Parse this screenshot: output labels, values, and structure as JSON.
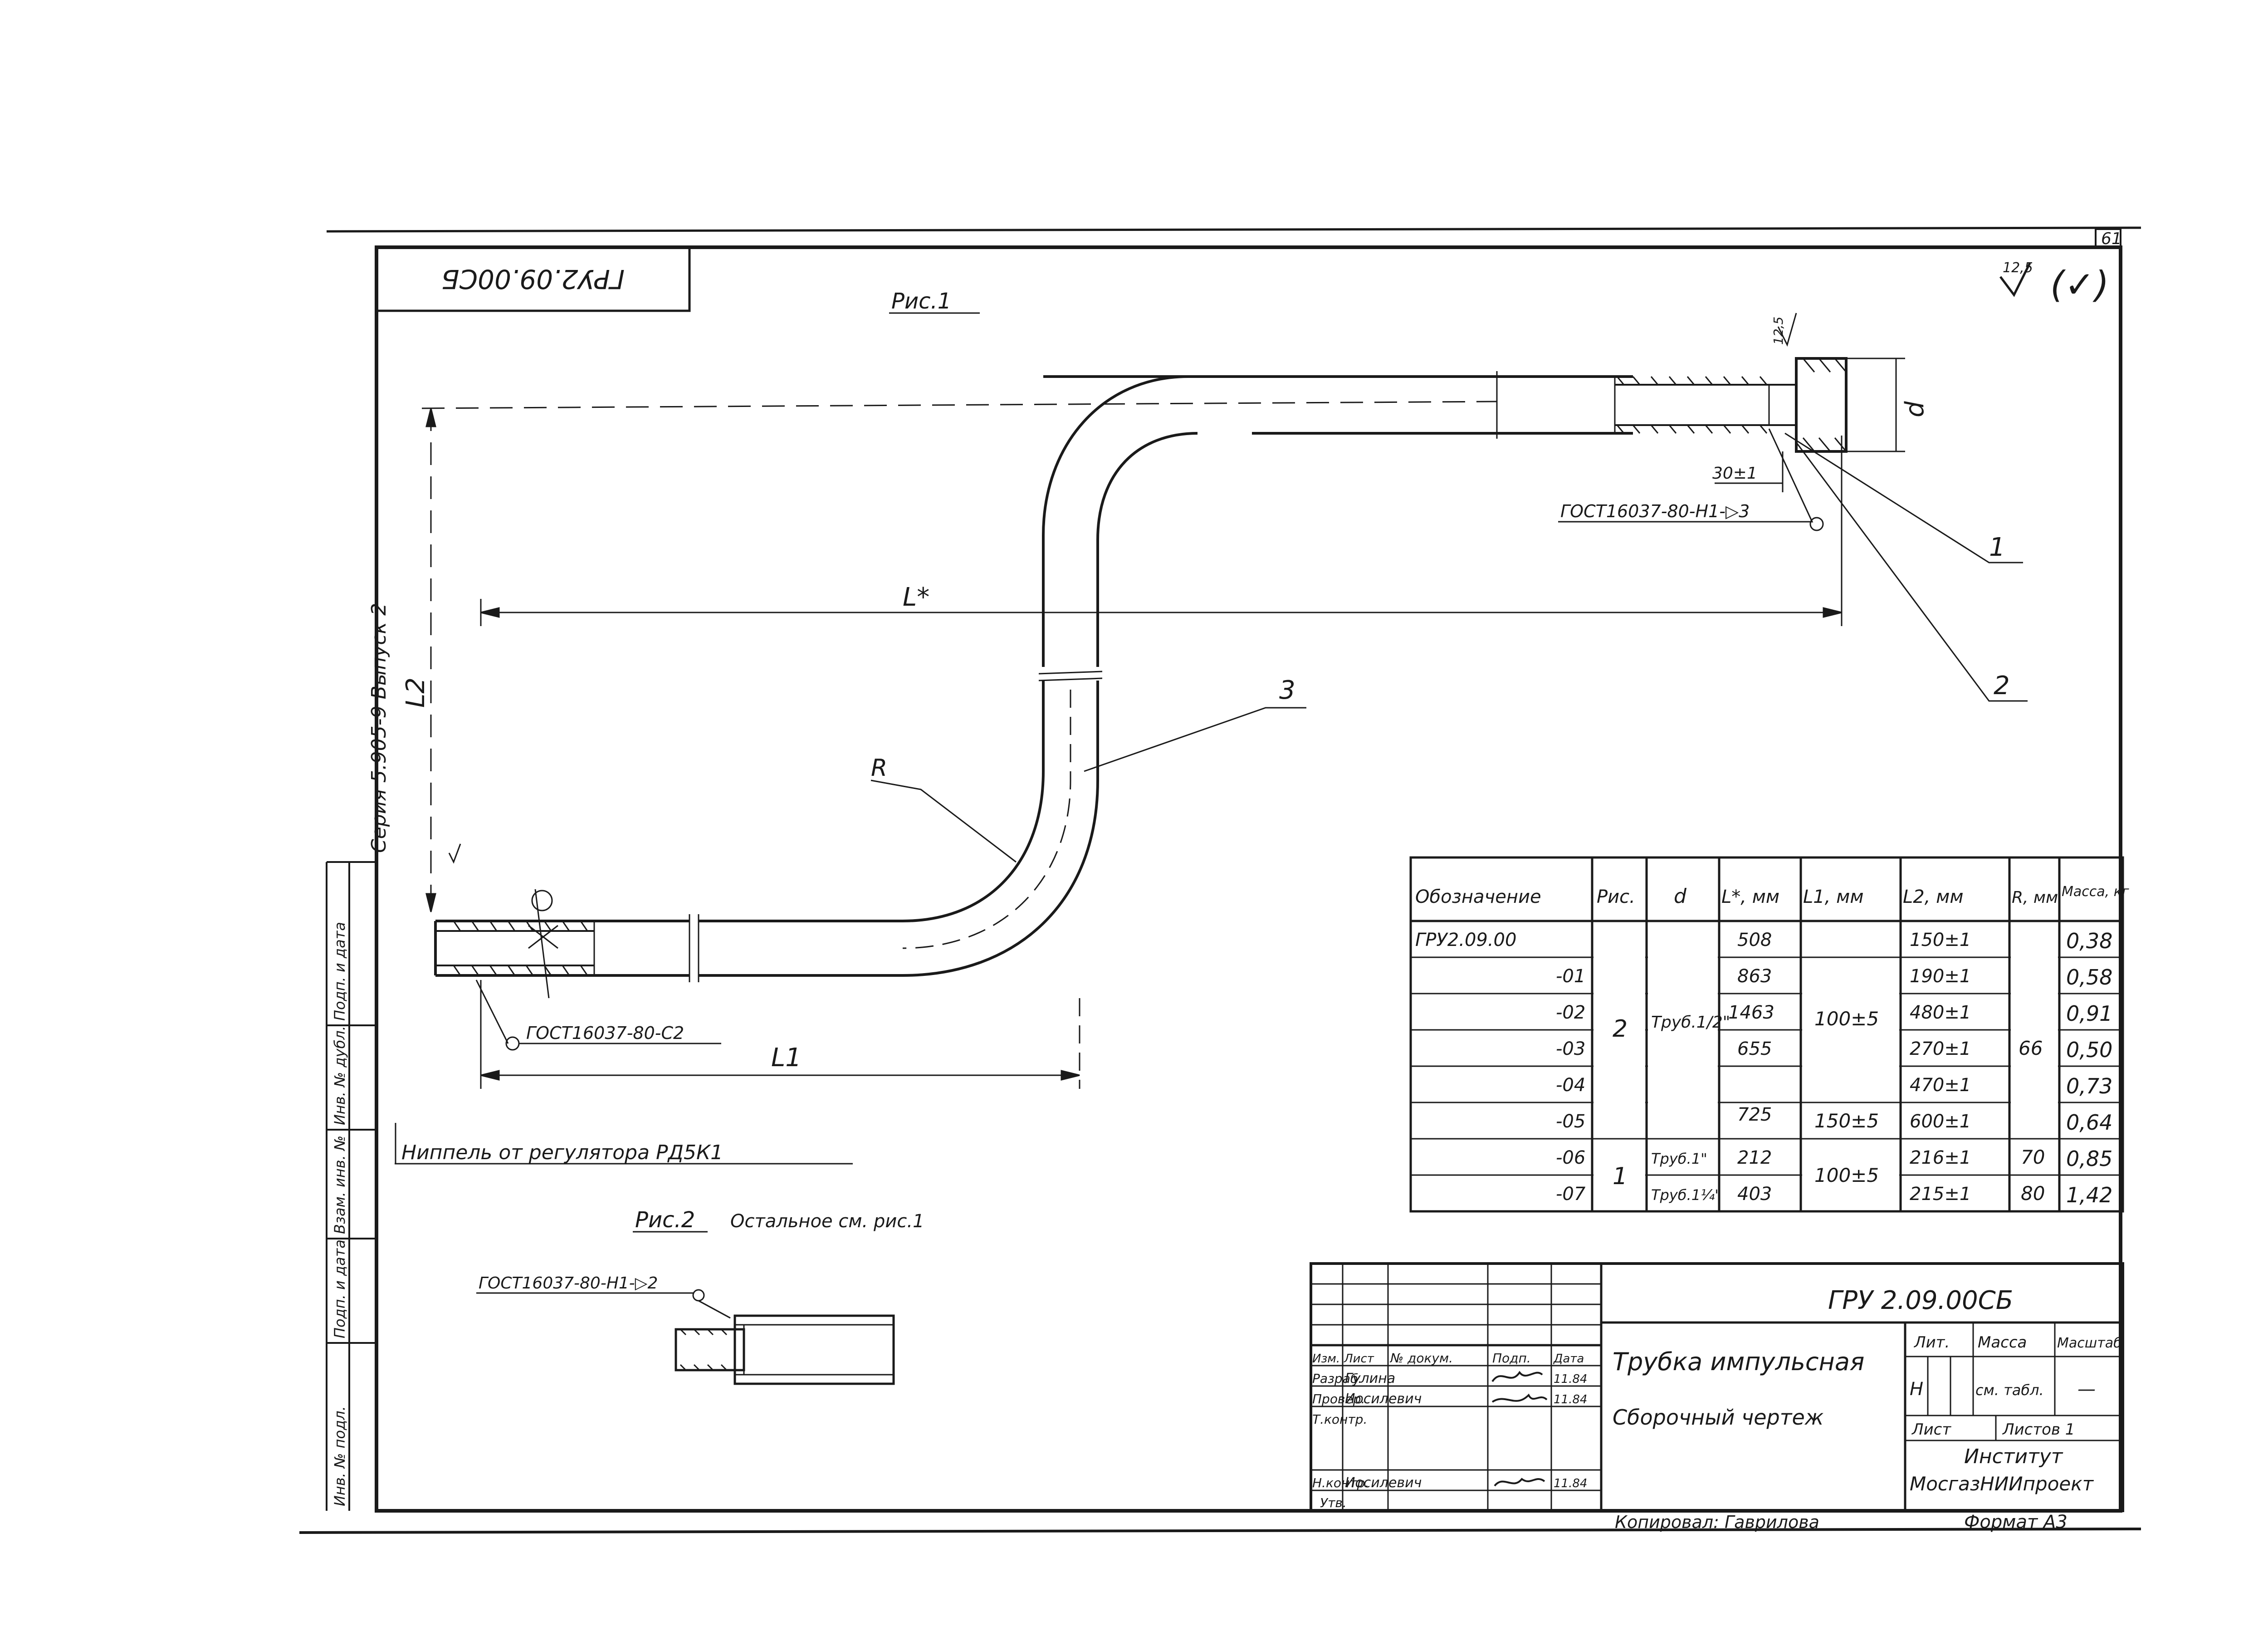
{
  "stamp_rotated": "ГРУ2.09.00СБ",
  "sheet_number": "61",
  "roughness": {
    "value": "12,5",
    "check": "(✓)"
  },
  "fig1": {
    "title": "Рис.1",
    "dim_L": "L*",
    "dim_L1": "L1",
    "dim_L2": "L2",
    "dim_R": "R",
    "dim_d": "d",
    "dim_30": "30±1",
    "rough_small": "12,5",
    "weld_top": "ГОСТ16037-80-Н1-▷3",
    "weld_left": "ГОСТ16037-80-С2",
    "callouts": [
      "1",
      "2",
      "3"
    ],
    "nipple_note": "Ниппель от регулятора РД5К1"
  },
  "fig2": {
    "title": "Рис.2",
    "note": "Остальное см. рис.1",
    "weld": "ГОСТ16037-80-Н1-▷2"
  },
  "series_label": "Серия 5.905-9   Выпуск 2",
  "side_strip": [
    "Инв. № подл.",
    "Подп. и дата",
    "Взам. инв. №",
    "Инв. № дубл.",
    "Подп. и дата"
  ],
  "table": {
    "headers": [
      "Обозначение",
      "Рис.",
      "d",
      "L*, мм",
      "L1, мм",
      "L2, мм",
      "R, мм",
      "Масса, кг"
    ],
    "rows": [
      {
        "designation": "ГРУ2.09.00",
        "L": "508",
        "L2": "150±1",
        "mass": "0,38"
      },
      {
        "designation": "-01",
        "L": "863",
        "L2": "190±1",
        "mass": "0,58"
      },
      {
        "designation": "-02",
        "L": "1463",
        "L2": "480±1",
        "mass": "0,91"
      },
      {
        "designation": "-03",
        "L": "655",
        "L2": "270±1",
        "mass": "0,50"
      },
      {
        "designation": "-04",
        "L": "",
        "L2": "470±1",
        "mass": "0,73"
      },
      {
        "designation": "-05",
        "L": "725",
        "L2": "600±1",
        "mass": "0,64"
      },
      {
        "designation": "-06",
        "L": "212",
        "L2": "216±1",
        "mass": "0,85"
      },
      {
        "designation": "-07",
        "L": "403",
        "L2": "215±1",
        "mass": "1,42"
      }
    ],
    "merged": {
      "ris_a": "2",
      "ris_b": "1",
      "d_a": "Труб.1/2\"",
      "d_b1": "Труб.1\"",
      "d_b2": "Труб.1¼\"",
      "L1_a": "100±5",
      "L1_b": "150±5",
      "L1_c": "100±5",
      "R_a": "66",
      "R_b1": "70",
      "R_b2": "80"
    }
  },
  "title_block": {
    "code": "ГРУ 2.09.00СБ",
    "name1": "Трубка импульсная",
    "name2": "Сборочный чертеж",
    "lit_header": "Лит.",
    "mass_header": "Масса",
    "scale_header": "Масштаб",
    "lit_value": "Н",
    "mass_value": "см. табл.",
    "scale_value": "—",
    "sheet_label": "Лист",
    "sheets_label": "Листов 1",
    "org1": "Институт",
    "org2": "МосгазНИИпроект",
    "col_headers": [
      "Изм.",
      "Лист",
      "№ докум.",
      "Подп.",
      "Дата"
    ],
    "roles": [
      {
        "role": "Разраб.",
        "name": "Гулина",
        "date": "11.84"
      },
      {
        "role": "Провер.",
        "name": "Иосилевич",
        "date": "11.84"
      },
      {
        "role": "Т.контр.",
        "name": "",
        "date": ""
      },
      {
        "role": "Н.контр.",
        "name": "Иосилевич",
        "date": "11.84"
      },
      {
        "role": "Утв.",
        "name": "",
        "date": ""
      }
    ]
  },
  "copied_by": "Копировал: Гаврилова",
  "format": "Формат А3"
}
